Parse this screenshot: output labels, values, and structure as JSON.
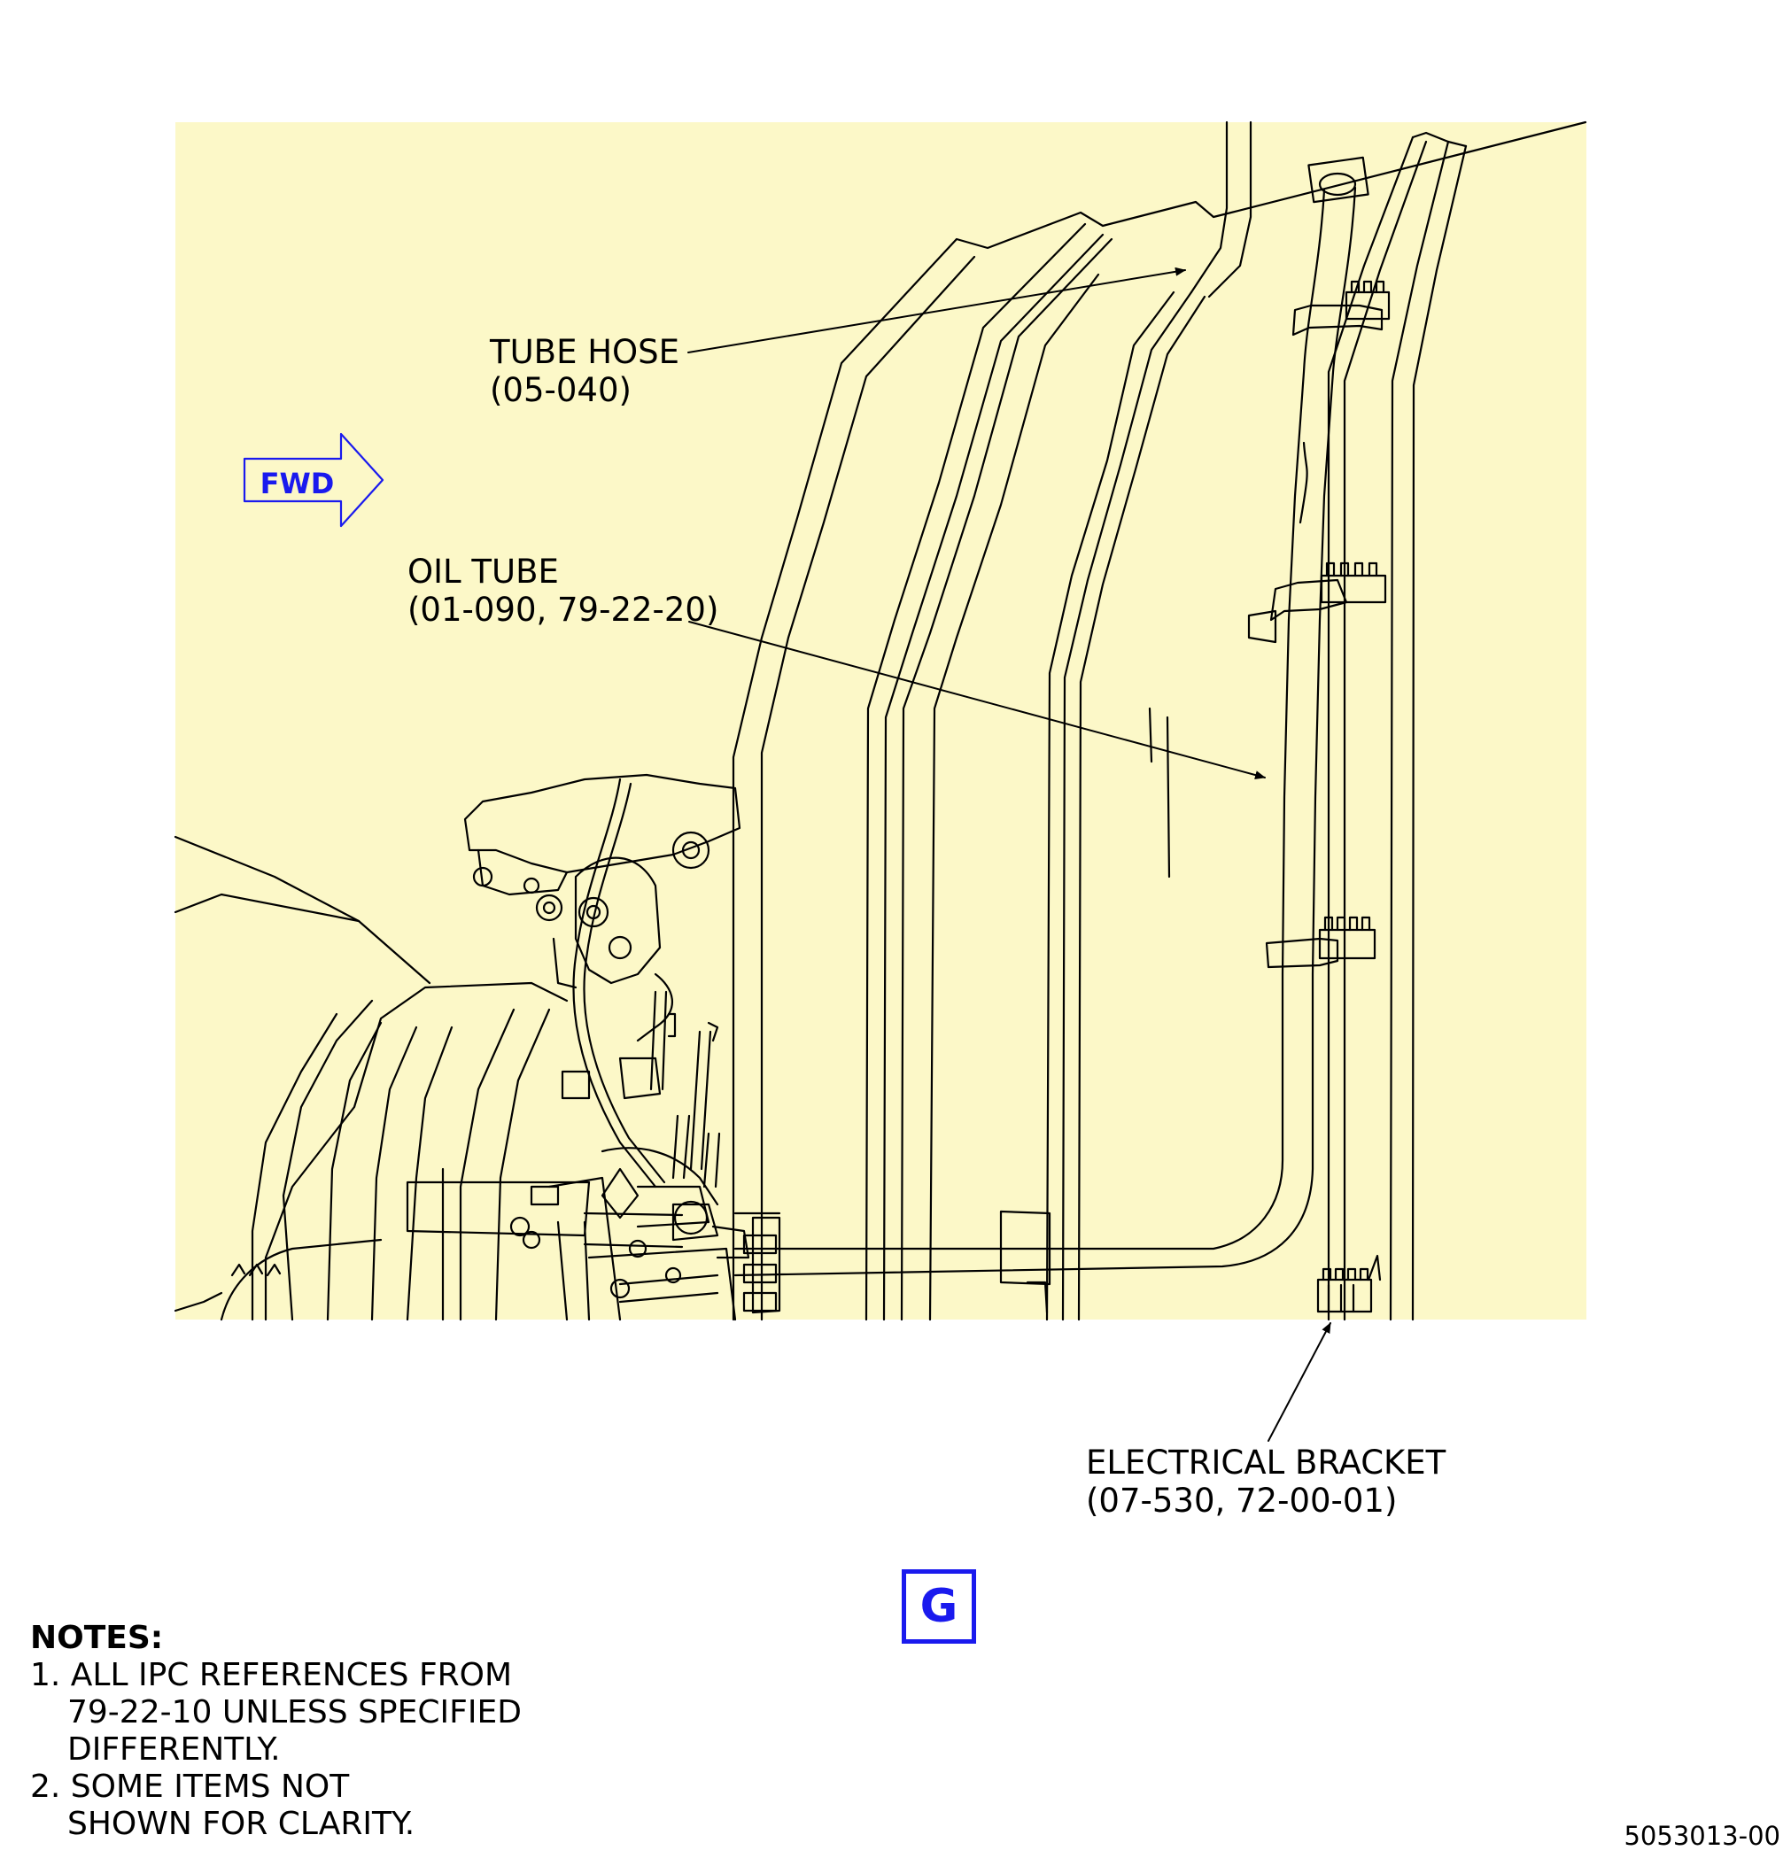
{
  "fwd_label": "FWD",
  "view_label": "G",
  "figure_number": "5053013-00",
  "colors": {
    "fill": "#fcf8c8",
    "line": "#000000",
    "accent_blue": "#1a1aee"
  },
  "callouts": {
    "tube_hose": {
      "name": "TUBE HOSE",
      "ref": "(05-040)"
    },
    "oil_tube": {
      "name": "OIL TUBE",
      "ref": "(01-090, 79-22-20)"
    },
    "electrical_bracket": {
      "name": "ELECTRICAL BRACKET",
      "ref": "(07-530, 72-00-01)"
    }
  },
  "notes": {
    "heading": "NOTES:",
    "n1_line1": "1. ALL IPC REFERENCES FROM",
    "n1_line2": "79-22-10 UNLESS SPECIFIED",
    "n1_line3": "DIFFERENTLY.",
    "n2_line1": "2. SOME ITEMS NOT",
    "n2_line2": "SHOWN FOR CLARITY."
  }
}
